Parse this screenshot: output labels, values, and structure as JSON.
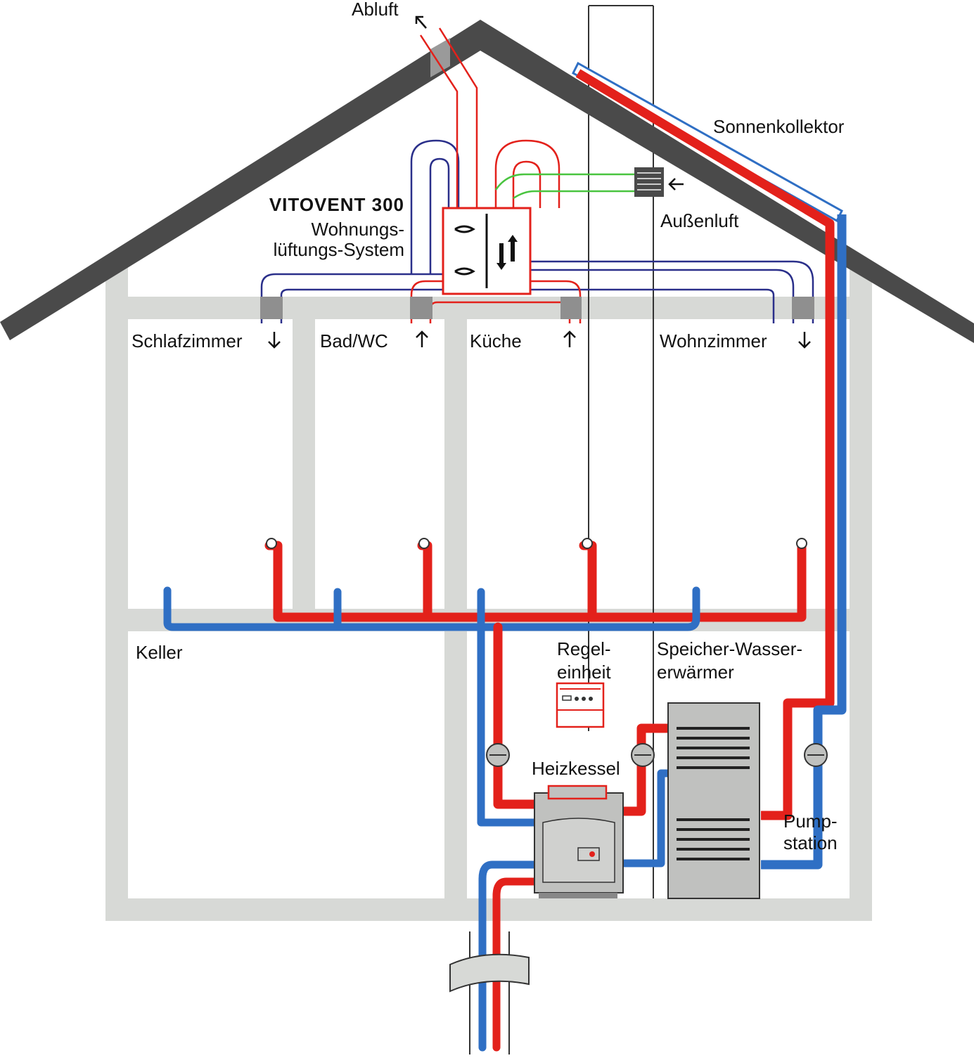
{
  "diagram": {
    "product_name": "VITOVENT 300",
    "product_desc_line1": "Wohnungs-",
    "product_desc_line2": "lüftungs-System",
    "labels": {
      "exhaust": "Abluft",
      "solar_collector": "Sonnenkollektor",
      "outside_air": "Außenluft",
      "bedroom": "Schlafzimmer",
      "bathroom": "Bad/WC",
      "kitchen": "Küche",
      "living_room": "Wohnzimmer",
      "cellar": "Keller",
      "control_unit_line1": "Regel-",
      "control_unit_line2": "einheit",
      "storage_heater_line1": "Speicher-Wasser-",
      "storage_heater_line2": "erwärmer",
      "boiler": "Heizkessel",
      "pump_station_line1": "Pump-",
      "pump_station_line2": "station"
    },
    "colors": {
      "roof": "#4a4a4a",
      "walls": "#d7d9d6",
      "hot_pipe": "#e3211b",
      "cold_pipe": "#2f6fc4",
      "duct_blue": "#2a2f8a",
      "duct_red": "#e3211b",
      "fresh_air": "#49c43f",
      "equipment": "#c0c1bf",
      "equipment_dark": "#555555"
    },
    "icons": {
      "arrow_down": "arrow-down-icon",
      "arrow_up": "arrow-up-icon",
      "arrow_left": "arrow-left-icon",
      "arrow_exhaust": "arrow-up-left-icon",
      "fan": "fan-icon",
      "heat_exchange": "heat-exchange-arrows-icon",
      "pump": "pump-icon"
    }
  }
}
